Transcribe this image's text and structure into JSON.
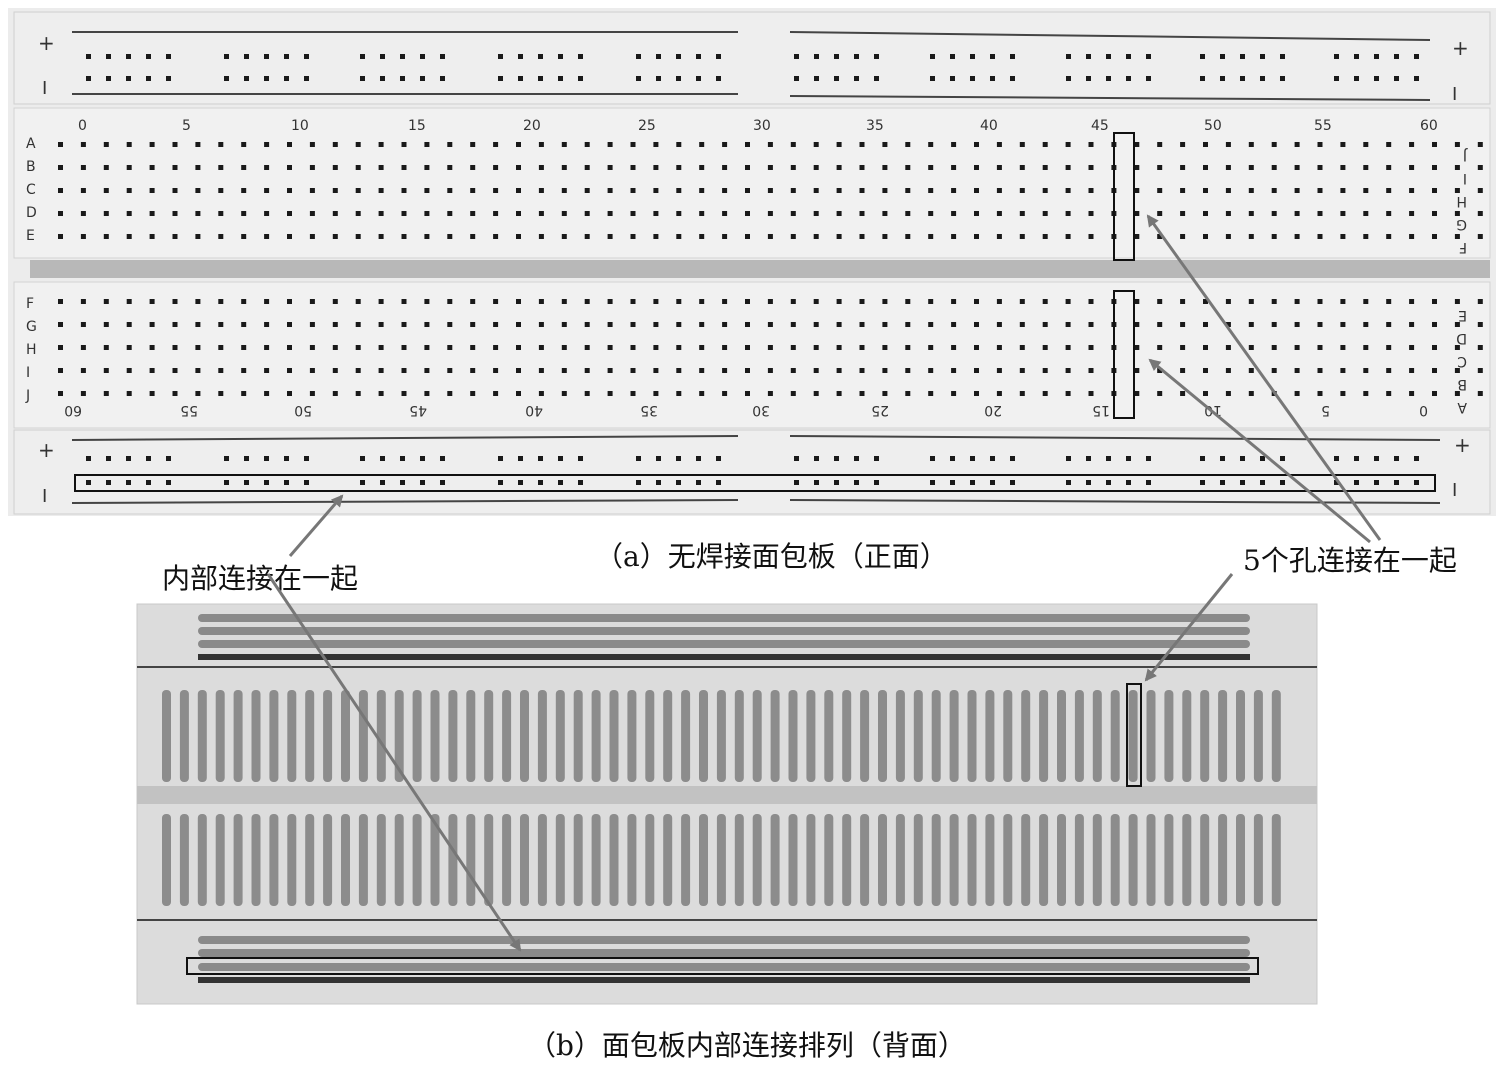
{
  "front": {
    "caption": "（a）无焊接面包板（正面）",
    "top_col_numbers": [
      "0",
      "5",
      "10",
      "15",
      "20",
      "25",
      "30",
      "35",
      "40",
      "45",
      "50",
      "55",
      "60"
    ],
    "bottom_col_numbers": [
      "60",
      "55",
      "50",
      "45",
      "40",
      "35",
      "30",
      "25",
      "20",
      "15",
      "10",
      "5",
      "0"
    ],
    "left_rows_top": [
      "A",
      "B",
      "C",
      "D",
      "E"
    ],
    "left_rows_bottom": [
      "F",
      "G",
      "H",
      "I",
      "J"
    ],
    "right_rows_top": [
      "J",
      "I",
      "H",
      "G",
      "F"
    ],
    "right_rows_bottom": [
      "E",
      "D",
      "C",
      "B",
      "A"
    ],
    "rail_plus": "+",
    "rail_minus": "I"
  },
  "back": {
    "caption": "（b）面包板内部连接排列（背面）"
  },
  "annotations": {
    "internal_connection": "内部连接在一起",
    "five_holes": "5个孔连接在一起"
  },
  "colors": {
    "board": "#e9e9e9",
    "hole": "#1a1a1a",
    "strip": "#8c8c8c",
    "arrow": "#777777",
    "back_bg": "#d6d6d6"
  }
}
